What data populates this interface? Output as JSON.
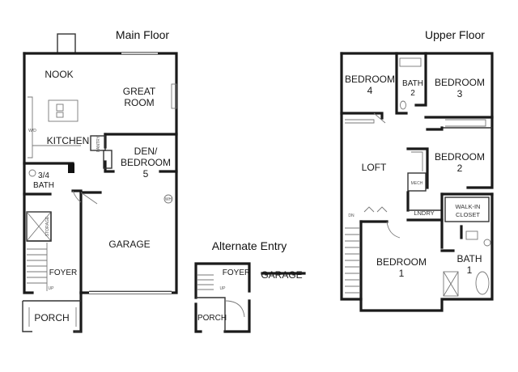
{
  "headings": {
    "main_floor": "Main Floor",
    "upper_floor": "Upper Floor",
    "alternate_entry": "Alternate Entry"
  },
  "main_floor": {
    "nook": "NOOK",
    "great_room": [
      "GREAT",
      "ROOM"
    ],
    "kitchen": "KITCHEN",
    "den_bedroom": [
      "DEN/",
      "BEDROOM",
      "5"
    ],
    "bath": [
      "3/4",
      "BATH"
    ],
    "garage": "GARAGE",
    "foyer": "FOYER",
    "porch": "PORCH",
    "storage": "STORAGE",
    "pantry": "PANTRY",
    "wh": "WH",
    "wd": "W/D",
    "up": "UP"
  },
  "alternate_entry": {
    "foyer": "FOYER",
    "garage": "GARAGE",
    "porch": "PORCH",
    "up": "UP"
  },
  "upper_floor": {
    "bedroom4": [
      "BEDROOM",
      "4"
    ],
    "bath2": [
      "BATH",
      "2"
    ],
    "bedroom3": [
      "BEDROOM",
      "3"
    ],
    "bedroom2": [
      "BEDROOM",
      "2"
    ],
    "loft": "LOFT",
    "mech": "MECH",
    "walk_in_closet": [
      "WALK-IN",
      "CLOSET"
    ],
    "laundry": "LNDRY",
    "dn": "DN",
    "bedroom1": [
      "BEDROOM",
      "1"
    ],
    "bath1": [
      "BATH",
      "1"
    ]
  }
}
